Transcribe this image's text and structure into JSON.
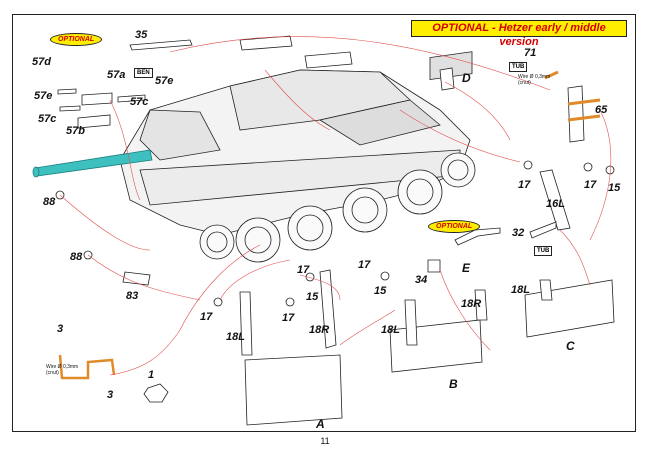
{
  "title": "OPTIONAL - Hetzer early / middle  version",
  "optional_badges": [
    "OPTIONAL",
    "OPTIONAL"
  ],
  "page_number": "11",
  "tags": {
    "ben": "BEN",
    "tub_top": "TUB",
    "tub_right": "TUB"
  },
  "wire_notes": {
    "top": "Wire Ø 0,3mm\n(cnut)",
    "bottom": "Wire Ø 0,3mm\n(cnut)"
  },
  "labels": {
    "p35": "35",
    "p57d": "57d",
    "p57a": "57a",
    "p57e_a": "57e",
    "p57e_b": "57e",
    "p57c_a": "57c",
    "p57c_b": "57c",
    "p57b": "57b",
    "pD": "D",
    "p71": "71",
    "p65": "65",
    "p88_a": "88",
    "p88_b": "88",
    "p83": "83",
    "p3_a": "3",
    "p3_b": "3",
    "p1": "1",
    "p17_a": "17",
    "p17_b": "17",
    "p17_c": "17",
    "p17_d": "17",
    "p17_e": "17",
    "p17_f": "17",
    "p15_a": "15",
    "p15_b": "15",
    "p15_c": "15",
    "p16L": "16L",
    "p32": "32",
    "p34": "34",
    "pE": "E",
    "p18L_a": "18L",
    "p18R_a": "18R",
    "p18L_b": "18L",
    "p18R_b": "18R",
    "p18L_c": "18L",
    "pA": "A",
    "pB": "B",
    "pC": "C"
  }
}
